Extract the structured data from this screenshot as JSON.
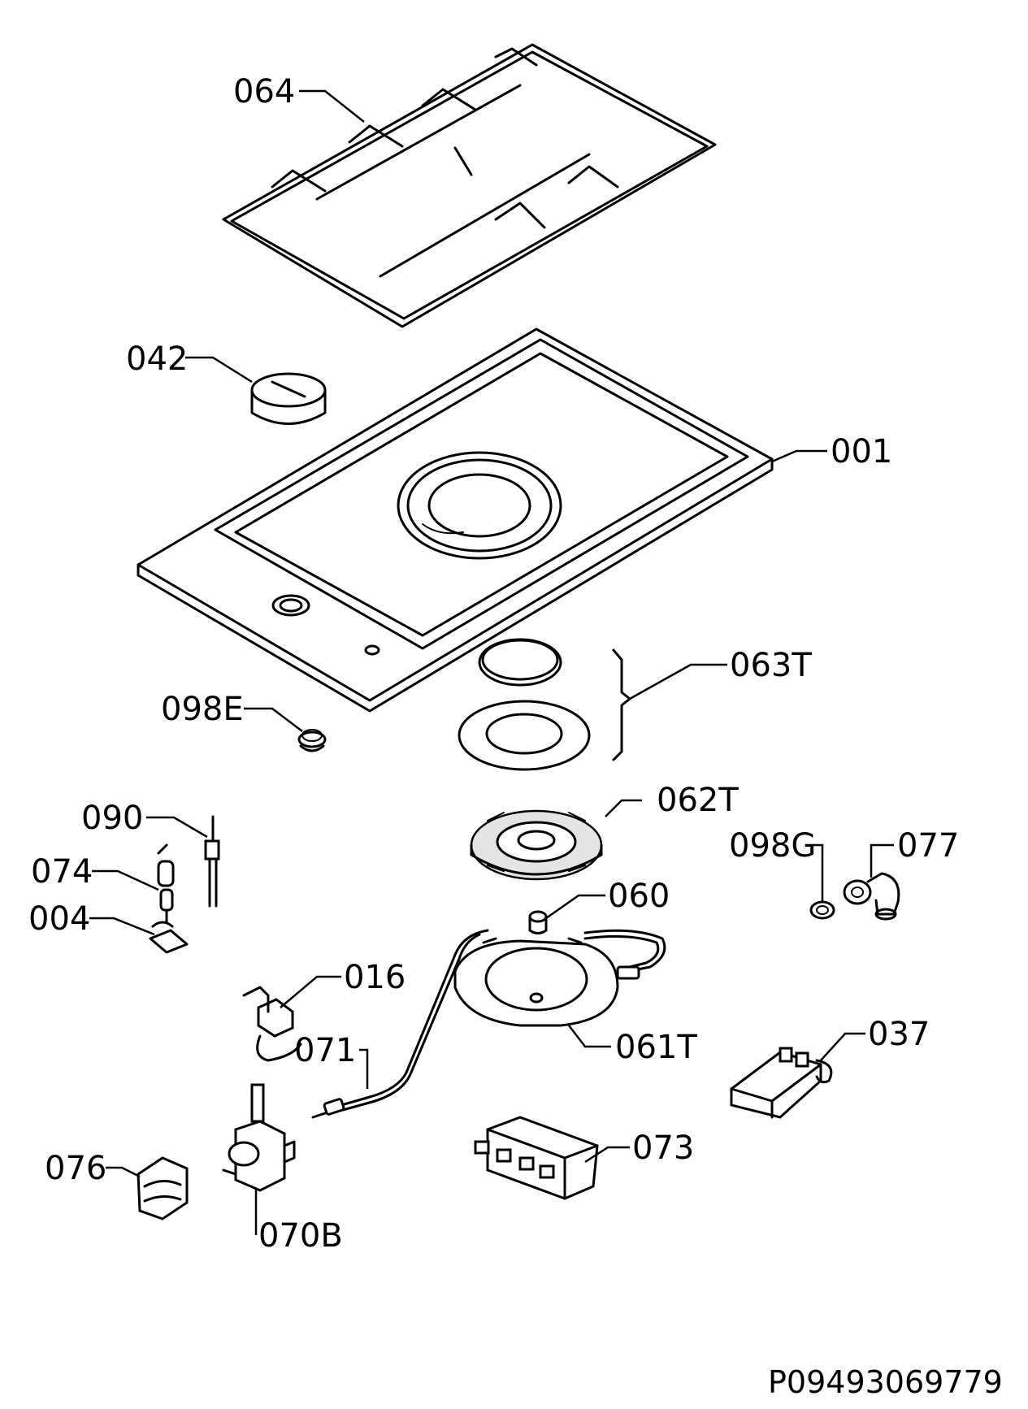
{
  "diagram": {
    "drawing_code": "P09493069779",
    "parts": [
      {
        "key": "p064",
        "label": "064"
      },
      {
        "key": "p042",
        "label": "042"
      },
      {
        "key": "p001",
        "label": "001"
      },
      {
        "key": "p063T",
        "label": "063T"
      },
      {
        "key": "p098E",
        "label": "098E"
      },
      {
        "key": "p062T",
        "label": "062T"
      },
      {
        "key": "p090",
        "label": "090"
      },
      {
        "key": "p074",
        "label": "074"
      },
      {
        "key": "p004",
        "label": "004"
      },
      {
        "key": "p098G",
        "label": "098G"
      },
      {
        "key": "p077",
        "label": "077"
      },
      {
        "key": "p060",
        "label": "060"
      },
      {
        "key": "p016",
        "label": "016"
      },
      {
        "key": "p071",
        "label": "071"
      },
      {
        "key": "p061T",
        "label": "061T"
      },
      {
        "key": "p037",
        "label": "037"
      },
      {
        "key": "p076",
        "label": "076"
      },
      {
        "key": "p073",
        "label": "073"
      },
      {
        "key": "p070B",
        "label": "070B"
      }
    ]
  }
}
